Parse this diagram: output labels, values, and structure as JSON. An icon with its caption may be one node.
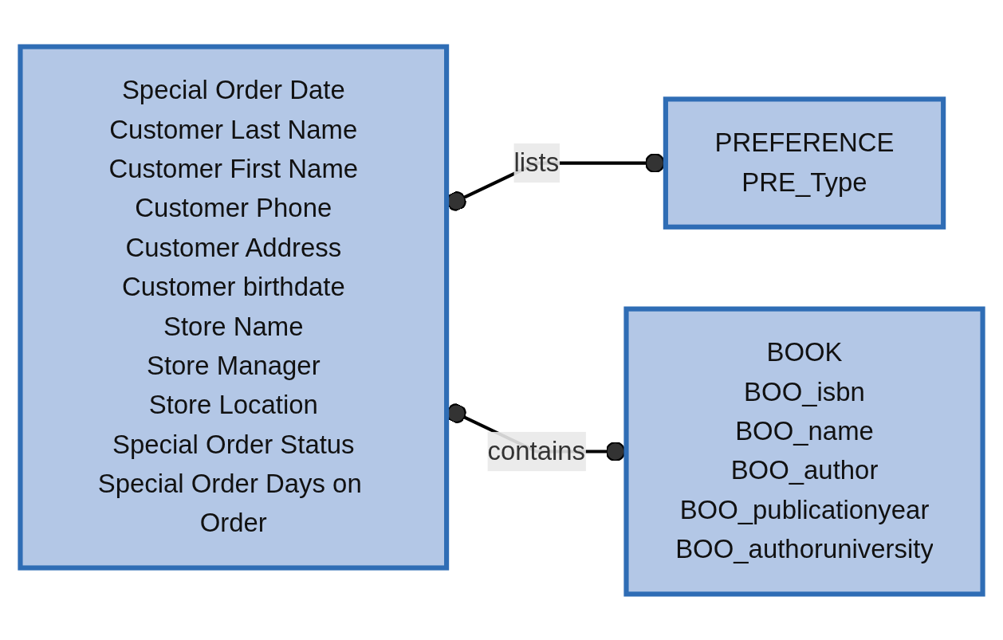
{
  "diagram": {
    "nodes": [
      {
        "text": [
          "Special Order Date",
          "Customer Last Name",
          "Customer First Name",
          "Customer Phone",
          "Customer Address",
          "Customer birthdate",
          "Store Name",
          "Store Manager",
          "Store Location",
          "Special Order Status",
          "Special Order Days on Order"
        ]
      },
      {
        "text": [
          "PREFERENCE",
          "PRE_Type"
        ]
      },
      {
        "text": [
          "BOOK",
          "BOO_isbn",
          "BOO_name",
          "BOO_author",
          "BOO_publicationyear",
          "BOO_authoruniversity"
        ]
      }
    ],
    "edges": [
      {
        "from": 0,
        "to": 1,
        "arrow": "other",
        "label": "lists"
      },
      {
        "from": 0,
        "to": 2,
        "arrow": "other",
        "label": "contains"
      }
    ]
  }
}
